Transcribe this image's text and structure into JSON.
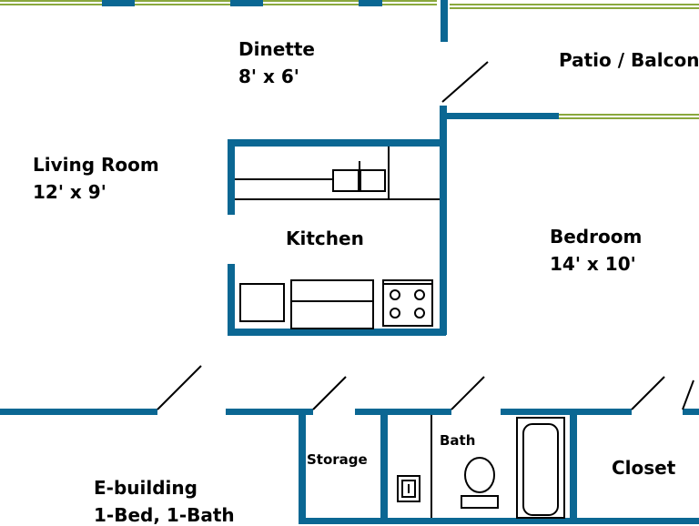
{
  "colors": {
    "wall": "#0b6793",
    "window": "#8aa83e",
    "fixture": "#000000",
    "background": "#ffffff"
  },
  "rooms": {
    "dinette": {
      "name": "Dinette",
      "size": "8' x 6'"
    },
    "patio": {
      "name": "Patio / Balcony"
    },
    "living_room": {
      "name": "Living Room",
      "size": "12' x 9'"
    },
    "kitchen": {
      "name": "Kitchen"
    },
    "bedroom": {
      "name": "Bedroom",
      "size": "14' x 10'"
    },
    "storage": {
      "name": "Storage"
    },
    "bath": {
      "name": "Bath"
    },
    "closet": {
      "name": "Closet"
    }
  },
  "building": {
    "name": "E-building",
    "unit_type": "1-Bed, 1-Bath"
  }
}
